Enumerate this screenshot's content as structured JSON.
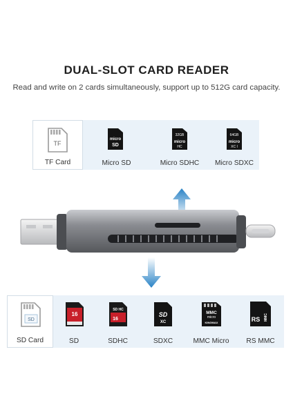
{
  "header": {
    "title": "DUAL-SLOT CARD READER",
    "subtitle": "Read and write on 2 cards simultaneously, support up to 512G card capacity."
  },
  "top_row": {
    "items": [
      {
        "label": "TF Card",
        "icon": "tf-card-outline-icon",
        "card_text": "TF"
      },
      {
        "label": "Micro SD",
        "icon": "micro-sd-icon"
      },
      {
        "label": "Micro SDHC",
        "icon": "micro-sdhc-icon",
        "card_text": "32GB"
      },
      {
        "label": "Micro SDXC",
        "icon": "micro-sdxc-icon",
        "card_text": "64GB"
      }
    ]
  },
  "bottom_row": {
    "items": [
      {
        "label": "SD Card",
        "icon": "sd-card-outline-icon",
        "card_text": "SD"
      },
      {
        "label": "SD",
        "icon": "sd-card-red-icon",
        "card_text": "16"
      },
      {
        "label": "SDHC",
        "icon": "sdhc-card-red-icon",
        "card_text": "16"
      },
      {
        "label": "SDXC",
        "icon": "sdxc-card-icon",
        "card_text": "SDXC"
      },
      {
        "label": "MMC Micro",
        "icon": "mmc-micro-card-icon",
        "card_text": "MMC micro",
        "brand": "KINGMAX"
      },
      {
        "label": "RS MMC",
        "icon": "rs-mmc-card-icon",
        "card_text": "RS MMC"
      }
    ]
  },
  "colors": {
    "panel_blue": "#eaf2f9",
    "arrow_blue": "#2a83c6",
    "reader_gray": "#7d7f84",
    "card_red": "#c8202a"
  },
  "illustration": {
    "device": "usb-c-and-usb-a-card-reader",
    "arrows": [
      "arrow-up-icon",
      "arrow-down-icon"
    ]
  }
}
